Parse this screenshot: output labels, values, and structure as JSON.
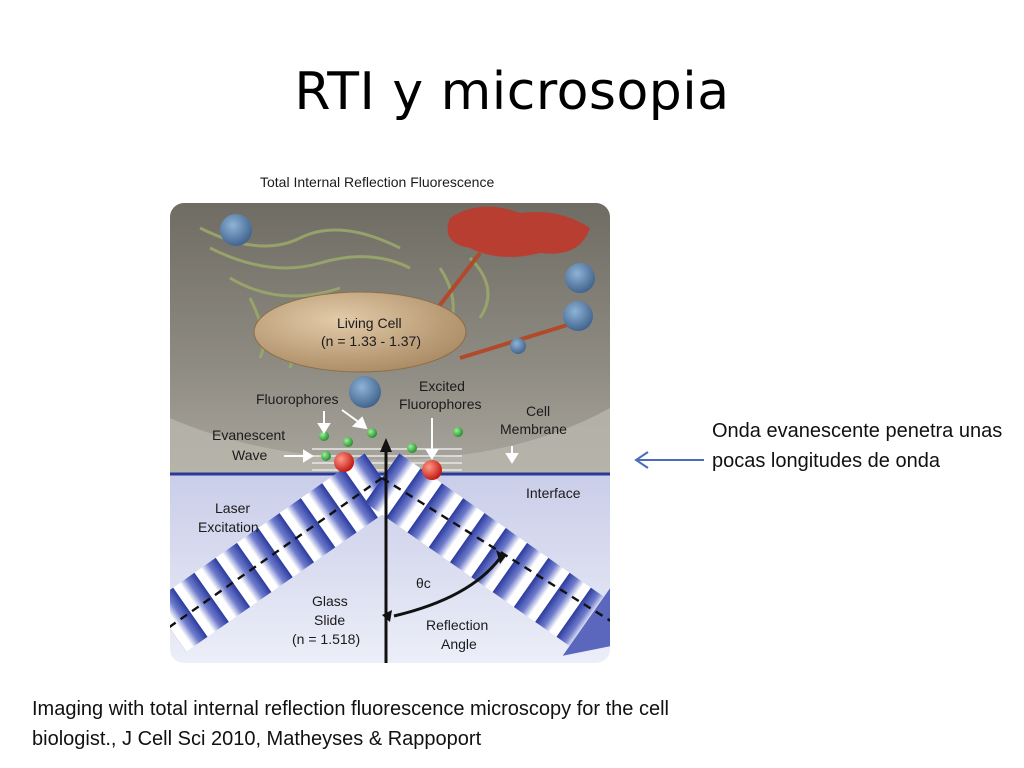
{
  "slide": {
    "title": "RTI y microsopia",
    "note": "Onda evanescente penetra unas pocas longitudes de onda",
    "citation": "Imaging with total internal reflection fluorescence microscopy for the cell biologist., J Cell Sci 2010, Matheyses & Rappoport"
  },
  "figure": {
    "header": "Total Internal Reflection Fluorescence",
    "cell_label": "Living Cell",
    "cell_index": "(n = 1.33 - 1.37)",
    "fluorophores": "Fluorophores",
    "excited_1": "Excited",
    "excited_2": "Fluorophores",
    "cell_membrane_1": "Cell",
    "cell_membrane_2": "Membrane",
    "evanescent_1": "Evanescent",
    "evanescent_2": "Wave",
    "interface": "Interface",
    "laser_1": "Laser",
    "laser_2": "Excitation",
    "glass_1": "Glass",
    "glass_2": "Slide",
    "glass_3": "(n = 1.518)",
    "theta": "θc",
    "reflection_1": "Reflection",
    "reflection_2": "Angle"
  },
  "colors": {
    "cell_bg": "#8d8a80",
    "glass": "#dcdff0",
    "beam_dark": "#2f3fa0",
    "nucleus": "#c2a47f",
    "red_protein": "#c0392b"
  }
}
